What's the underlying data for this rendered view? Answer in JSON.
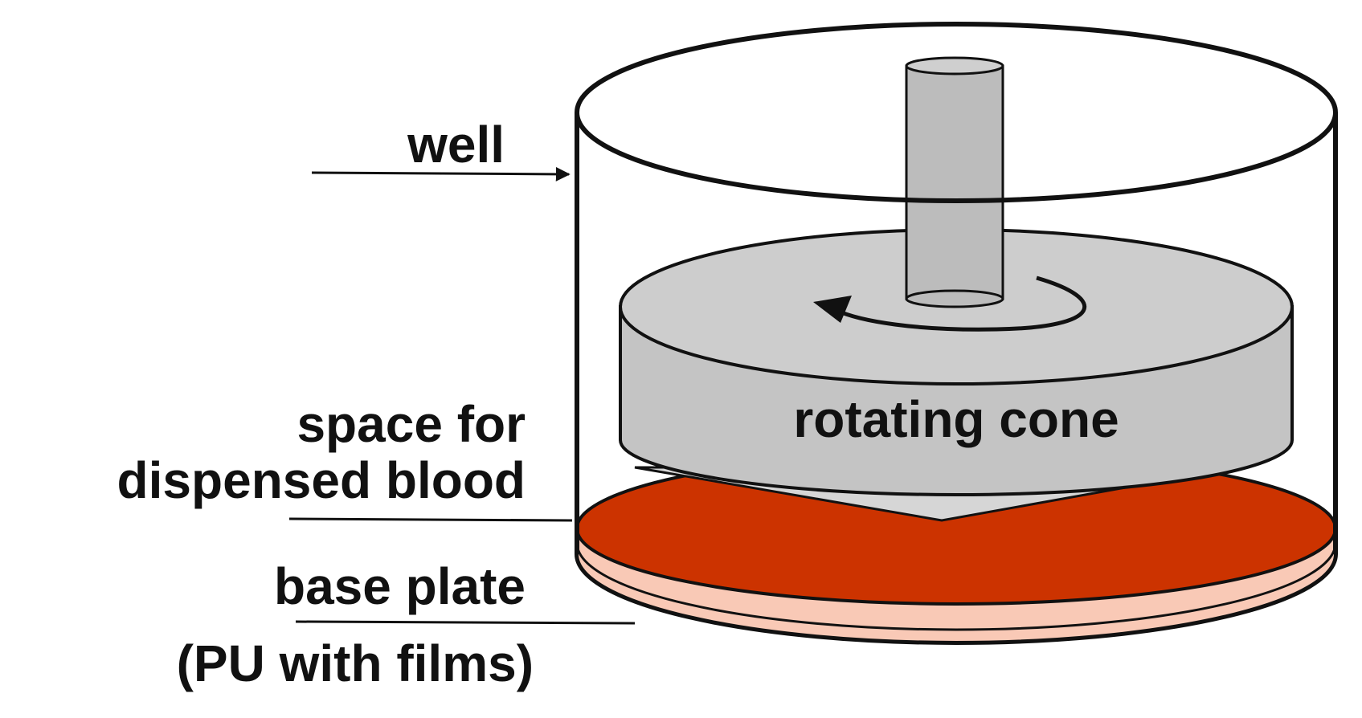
{
  "labels": {
    "well": "well",
    "space_line1": "space for",
    "space_line2": "dispensed blood",
    "base_line1": "base plate",
    "base_line2": "(PU with films)",
    "cone": "rotating cone"
  },
  "colors": {
    "blood": "#cc3300",
    "base_plate": "#f9c9b6",
    "cone": "#c4c4c4",
    "shaft": "#bcbcbc",
    "outline": "#111111"
  }
}
